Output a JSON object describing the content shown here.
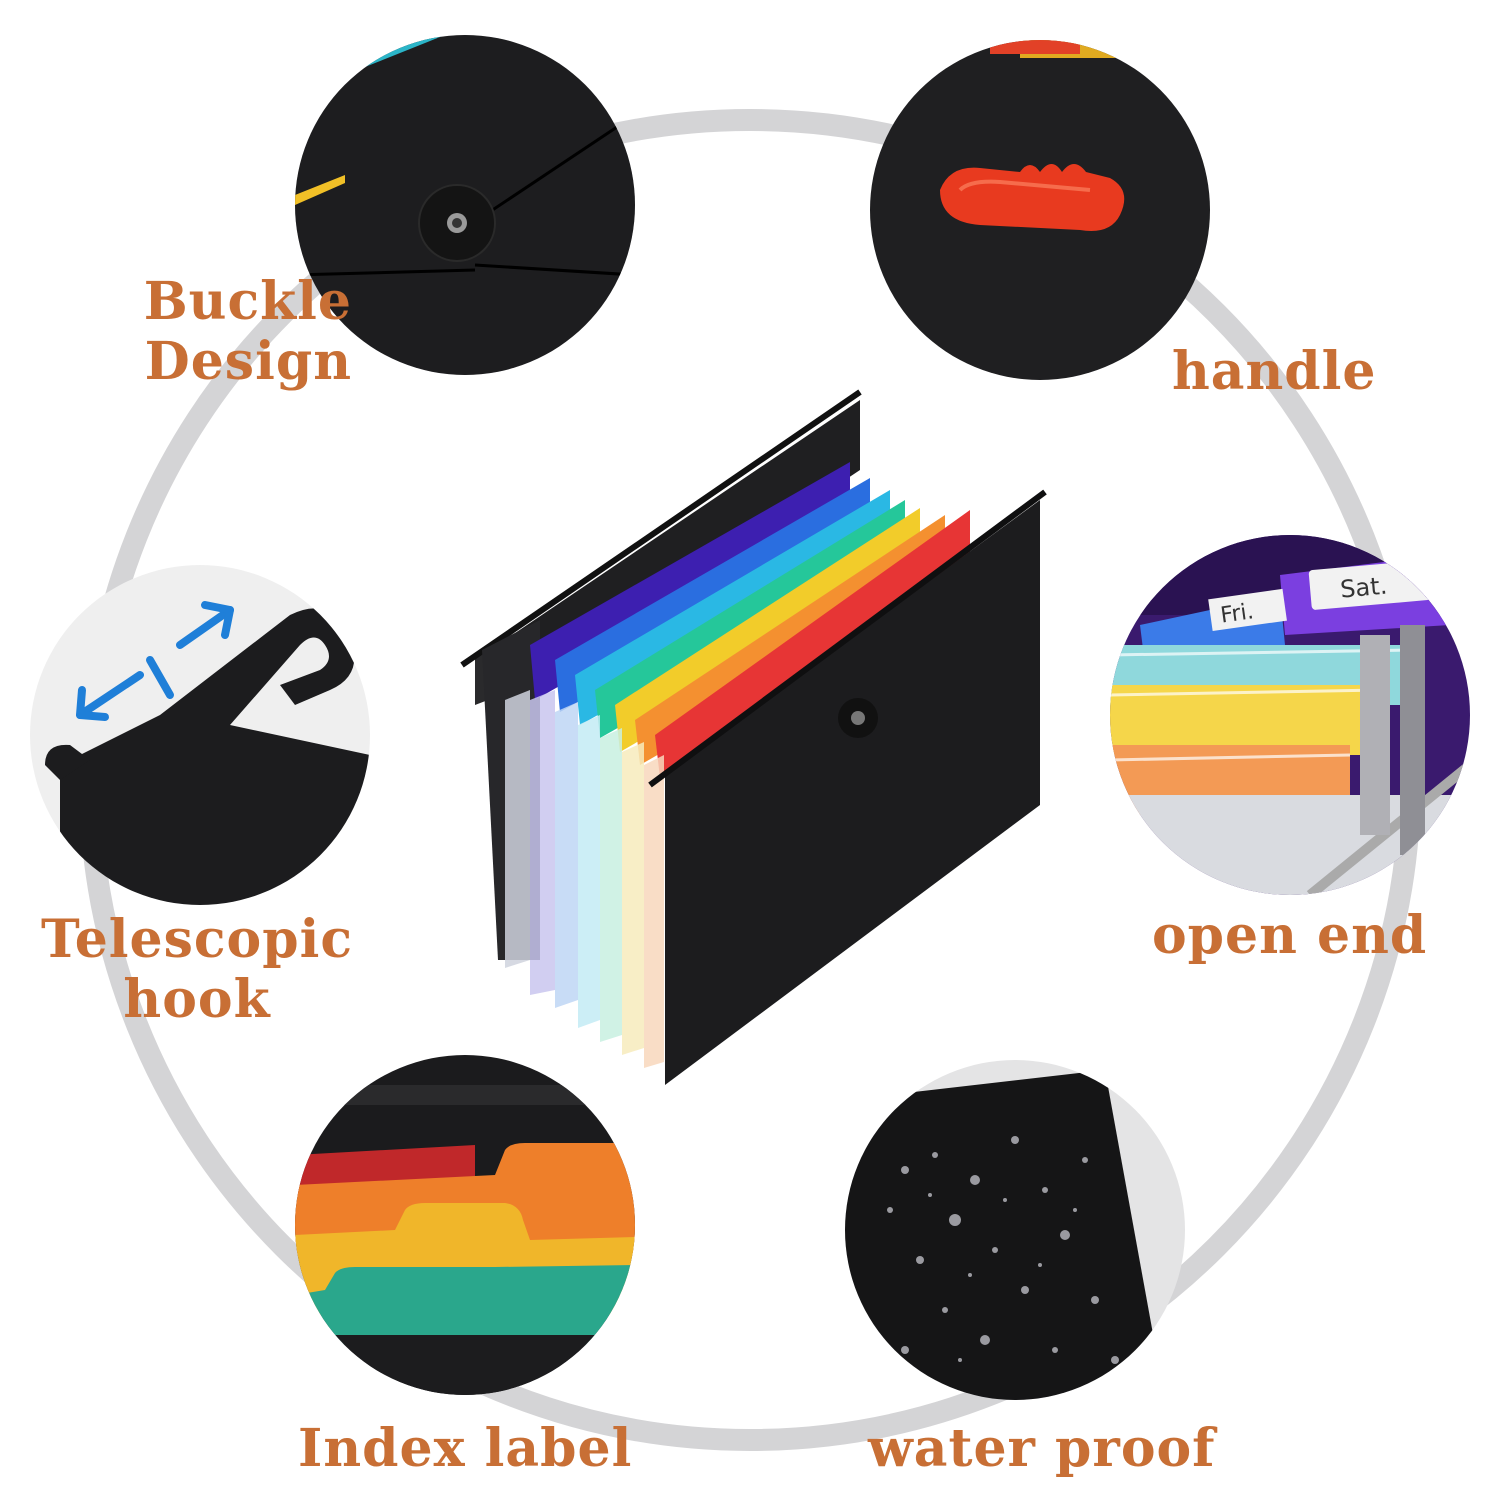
{
  "features": {
    "buckle": {
      "line1": "Buckle",
      "line2": "Design"
    },
    "handle": {
      "label": "handle"
    },
    "telescopic": {
      "line1": "Telescopic",
      "line2": "hook"
    },
    "open_end": {
      "label": "open end",
      "tab_left": "Fri.",
      "tab_right": "Sat."
    },
    "index_label": {
      "label": "Index label"
    },
    "water_proof": {
      "label": "water proof"
    }
  },
  "colors": {
    "label": "#c86f35",
    "ring": "#d4d4d6",
    "folder": "#1d1d1f",
    "arrow": "#1f7fd8"
  },
  "icons": [
    "double-arrow-icon"
  ]
}
